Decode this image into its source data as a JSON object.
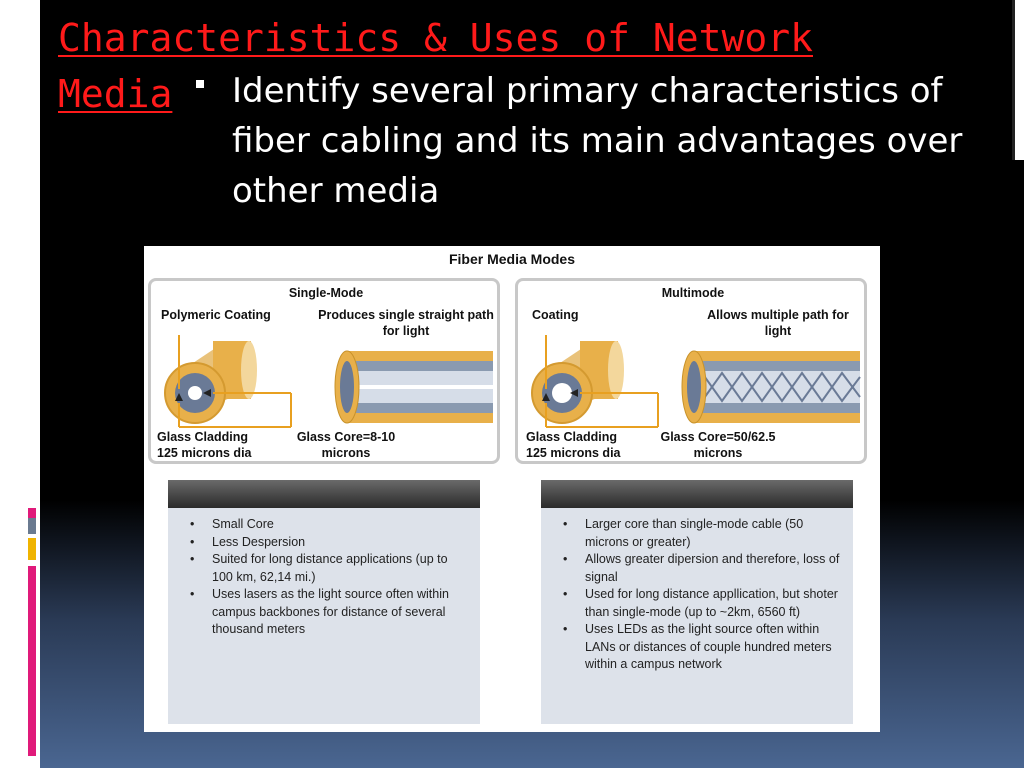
{
  "slide": {
    "title_line1": "Characteristics & Uses of Network",
    "title_line2": "Media",
    "bullet": "Identify several primary characteristics of fiber cabling and its main advantages over other media"
  },
  "figure": {
    "title": "Fiber Media Modes",
    "single_mode": {
      "heading": "Single-Mode",
      "coating_label": "Polymeric Coating",
      "path_label": "Produces single straight path for light",
      "cladding_label_1": "Glass Cladding",
      "cladding_label_2": "125 microns dia",
      "core_label_1": "Glass Core=8-10",
      "core_label_2": "microns"
    },
    "multimode": {
      "heading": "Multimode",
      "coating_label": "Coating",
      "path_label": "Allows multiple path for light",
      "cladding_label_1": "Glass Cladding",
      "cladding_label_2": "125 microns dia",
      "core_label_1": "Glass Core=50/62.5",
      "core_label_2": "microns"
    },
    "single_mode_points": [
      "Small Core",
      "Less Despersion",
      "Suited for long distance applications (up to 100 km, 62,14 mi.)",
      "Uses lasers as the light source often within campus backbones for distance of several thousand meters"
    ],
    "multimode_points": [
      "Larger core than single-mode cable (50 microns or greater)",
      "Allows greater dipersion and therefore, loss of signal",
      "Used for long distance appllication, but shoter than single-mode (up to ~2km, 6560 ft)",
      "Uses LEDs as the light source often within LANs or distances of couple hundred meters within a campus network"
    ]
  },
  "colors": {
    "title_red": "#ff1a1a",
    "cable_gold": "#e8b04a",
    "core_blue": "#5a6e8c",
    "accent_magenta": "#e01a7a",
    "accent_yellow": "#f0b400",
    "accent_slate": "#6a7a90"
  }
}
